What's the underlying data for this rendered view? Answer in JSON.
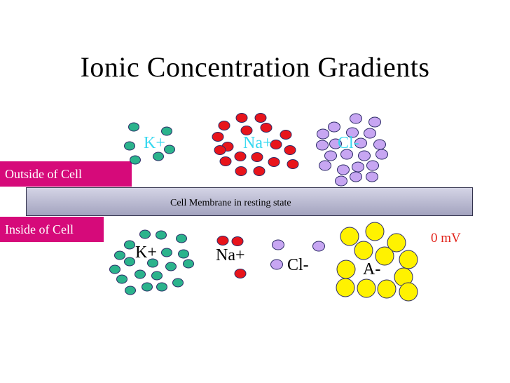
{
  "title": "Ionic Concentration Gradients",
  "regions": {
    "outside": "Outside of Cell",
    "inside": "Inside of Cell"
  },
  "membrane": {
    "label": "Cell Membrane in resting state"
  },
  "potential": "0 mV",
  "ions": {
    "outside": {
      "k": {
        "label": "K+",
        "count": 6
      },
      "na": {
        "label": "Na+",
        "count": 18
      },
      "cl": {
        "label": "Cl-",
        "count": 21
      }
    },
    "inside": {
      "k": {
        "label": "K+",
        "count": 19
      },
      "na": {
        "label": "Na+",
        "count": 3
      },
      "cl": {
        "label": "Cl-",
        "count": 3
      },
      "a": {
        "label": "A-",
        "count": 12
      }
    }
  },
  "colors": {
    "k": "#2bb38c",
    "na": "#e8141b",
    "cl": "#c7a6f2",
    "a": "#fff200",
    "tag": "#d60a7a",
    "potential": "#e2231a",
    "outside_label": "#36d8f0"
  }
}
